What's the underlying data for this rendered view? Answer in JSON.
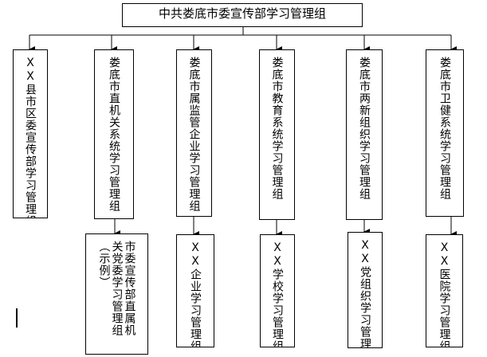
{
  "title": "中共娄底市委宣传部学习管理组",
  "level1": [
    "XX县市区委宣传部学习管理组",
    "娄底市直机关系统学习管理组",
    "娄底市属监管企业学习管理组",
    "娄底市教育系统学习管理组",
    "娄底市两新组织学习管理组",
    "娄底市卫健系统学习管理组"
  ],
  "level2": [
    "市委宣传部直属机关党委学习管理组（示例）",
    "XX企业学习管理组",
    "XX学校学习管理组",
    "XX党组织学习管理组",
    "XX医院学习管理组"
  ]
}
